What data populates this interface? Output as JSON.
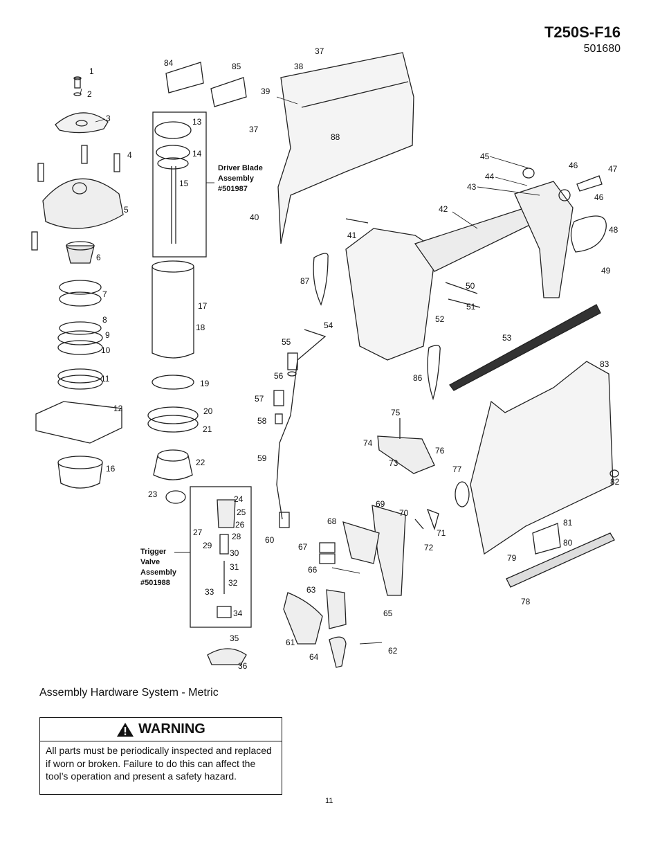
{
  "header": {
    "model": "T250S-F16",
    "part_number": "501680"
  },
  "assemblies": {
    "driver_blade": [
      "Driver Blade",
      "Assembly",
      "#501987"
    ],
    "trigger_valve": [
      "Trigger",
      "Valve",
      "Assembly",
      "#501988"
    ]
  },
  "callouts": [
    "1",
    "2",
    "3",
    "4",
    "5",
    "6",
    "7",
    "8",
    "9",
    "10",
    "11",
    "12",
    "13",
    "14",
    "15",
    "16",
    "17",
    "18",
    "19",
    "20",
    "21",
    "22",
    "23",
    "24",
    "25",
    "26",
    "27",
    "28",
    "29",
    "30",
    "31",
    "32",
    "33",
    "34",
    "35",
    "36",
    "37",
    "37",
    "38",
    "39",
    "40",
    "41",
    "42",
    "43",
    "44",
    "45",
    "46",
    "46",
    "47",
    "48",
    "49",
    "50",
    "51",
    "52",
    "53",
    "54",
    "55",
    "56",
    "57",
    "58",
    "59",
    "60",
    "61",
    "62",
    "63",
    "64",
    "65",
    "66",
    "67",
    "68",
    "69",
    "70",
    "71",
    "72",
    "73",
    "74",
    "75",
    "76",
    "77",
    "78",
    "79",
    "80",
    "81",
    "82",
    "83",
    "84",
    "85",
    "86",
    "87",
    "88"
  ],
  "hardware_caption": "Assembly Hardware System - Metric",
  "warning": {
    "title": "WARNING",
    "text": "All parts must be periodically inspected and replaced if worn or broken.  Failure to do this can affect the tool’s operation and present a safety hazard."
  },
  "page_number": "11"
}
